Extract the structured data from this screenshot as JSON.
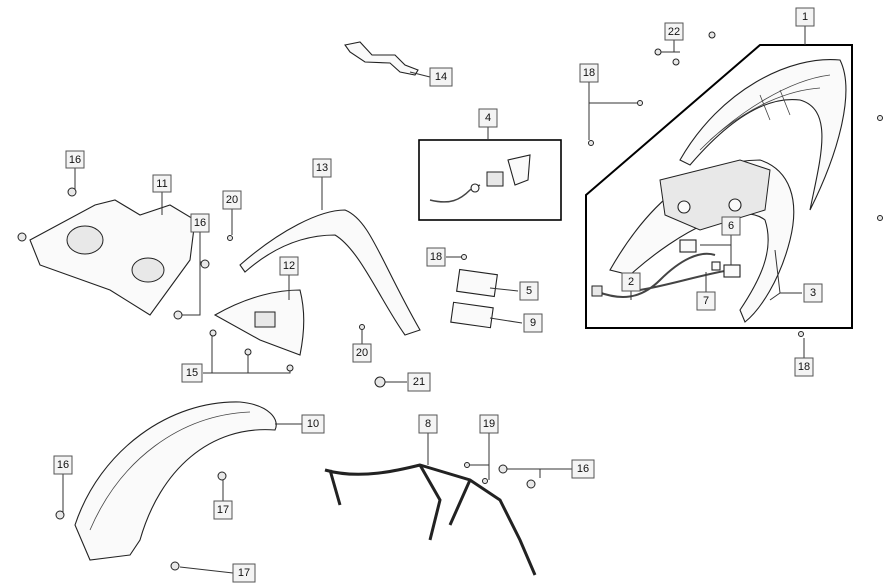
{
  "diagram": {
    "title": "",
    "callouts": [
      "1",
      "22",
      "18",
      "14",
      "4",
      "16",
      "11",
      "13",
      "20",
      "16",
      "6",
      "18",
      "12",
      "2",
      "5",
      "3",
      "7",
      "9",
      "18",
      "15",
      "20",
      "21",
      "10",
      "8",
      "19",
      "16",
      "16",
      "17",
      "17"
    ]
  }
}
